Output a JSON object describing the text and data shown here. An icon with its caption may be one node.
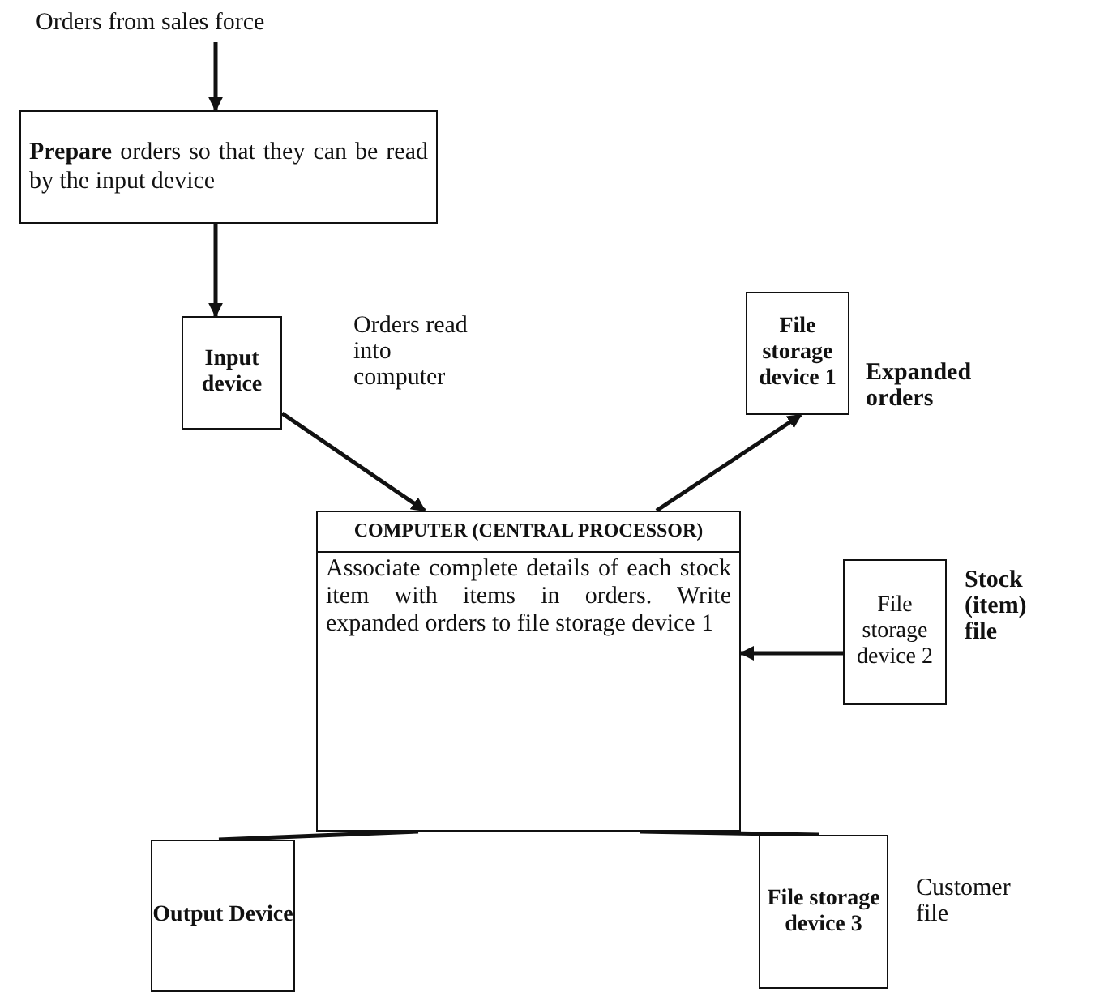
{
  "diagram": {
    "nodes": [
      {
        "text": [
          "Orders from sales force"
        ]
      },
      {
        "text": [
          "**Prepare** orders so that they can be read by the input device"
        ]
      },
      {
        "text": [
          "Input device"
        ],
        "beside": [
          "Orders read into computer"
        ]
      },
      {
        "text": [
          "File storage device 1"
        ],
        "beside": [
          "Expanded orders"
        ]
      },
      {
        "text": [
          "COMPUTER (CENTRAL PROCESSOR)",
          "Associate complete details of each stock item with items in orders. Write expanded orders to file storage device 1"
        ]
      },
      {
        "text": [
          "File storage device 2"
        ],
        "beside": [
          "Stock (item) file"
        ]
      },
      {
        "text": [
          "Output Device"
        ]
      },
      {
        "text": [
          "File storage device 3"
        ],
        "beside": [
          "Customer file"
        ]
      }
    ],
    "edges": [
      {
        "from": 0,
        "to": 1,
        "arrow": "to"
      },
      {
        "from": 1,
        "to": 2,
        "arrow": "to"
      },
      {
        "from": 2,
        "to": 4,
        "arrow": "to"
      },
      {
        "from": 4,
        "to": 3,
        "arrow": "to"
      },
      {
        "from": 5,
        "to": 4,
        "arrow": "to"
      },
      {
        "from": 4,
        "to": 6,
        "arrow": "none"
      },
      {
        "from": 4,
        "to": 7,
        "arrow": "none"
      }
    ]
  }
}
